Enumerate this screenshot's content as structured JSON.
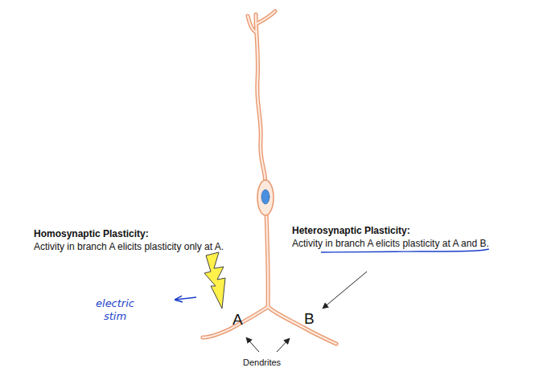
{
  "diagram": {
    "labels": [
      "Homosynaptic Plasticity:",
      "Activity in branch A elicits plasticity only at A.",
      "Heterosynaptic Plasticity:",
      "Activity in branch A elicits plasticity at A and B.",
      "electric stim",
      "A",
      "B",
      "Dendrites"
    ]
  }
}
